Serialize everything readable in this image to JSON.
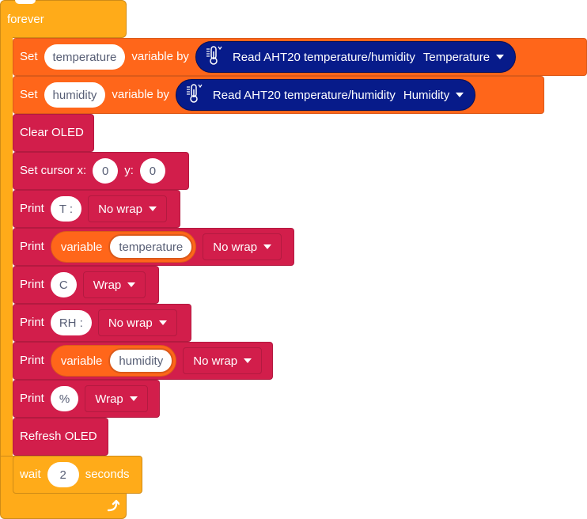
{
  "forever": {
    "label": "forever"
  },
  "set_temperature": {
    "set_label": "Set",
    "variable_name": "temperature",
    "variable_by_label": "variable by",
    "reporter": {
      "label": "Read AHT20 temperature/humidity",
      "icon": "thermometer-icon",
      "option": "Temperature"
    }
  },
  "set_humidity": {
    "set_label": "Set",
    "variable_name": "humidity",
    "variable_by_label": "variable by",
    "reporter": {
      "label": "Read AHT20 temperature/humidity",
      "icon": "thermometer-icon",
      "option": "Humidity"
    }
  },
  "clear_oled": {
    "label": "Clear OLED"
  },
  "set_cursor": {
    "label": "Set cursor x:",
    "x": "0",
    "y_label": "y:",
    "y": "0"
  },
  "print_t": {
    "label": "Print",
    "text": "T :",
    "wrap": "No wrap"
  },
  "print_temp_var": {
    "label": "Print",
    "var_label": "variable",
    "var_name": "temperature",
    "wrap": "No wrap"
  },
  "print_c": {
    "label": "Print",
    "text": "C",
    "wrap": "Wrap"
  },
  "print_rh": {
    "label": "Print",
    "text": "RH :",
    "wrap": "No wrap"
  },
  "print_hum_var": {
    "label": "Print",
    "var_label": "variable",
    "var_name": "humidity",
    "wrap": "No wrap"
  },
  "print_pct": {
    "label": "Print",
    "text": "%",
    "wrap": "Wrap"
  },
  "refresh_oled": {
    "label": "Refresh OLED"
  },
  "wait": {
    "label": "wait",
    "value": "2",
    "unit": "seconds"
  },
  "loop_icon": "loop-arrow-icon",
  "colors": {
    "events": "#ffab19",
    "variables": "#ff661a",
    "oled": "#d21e4b",
    "sensor": "#071b8a"
  }
}
